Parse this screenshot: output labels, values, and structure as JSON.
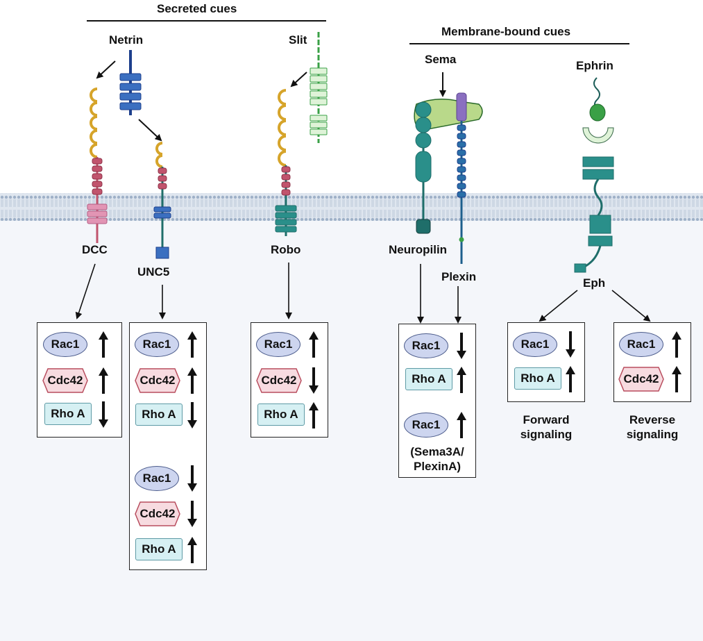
{
  "headers": {
    "secreted": "Secreted cues",
    "membrane": "Membrane-bound cues"
  },
  "ligands": {
    "netrin": "Netrin",
    "slit": "Slit",
    "sema": "Sema",
    "ephrin": "Ephrin"
  },
  "receptors": {
    "dcc": "DCC",
    "unc5": "UNC5",
    "robo": "Robo",
    "neuropilin": "Neuropilin",
    "plexin": "Plexin",
    "eph": "Eph"
  },
  "molecules": {
    "rac1": "Rac1",
    "cdc42": "Cdc42",
    "rhoa": "Rho A"
  },
  "notes": {
    "sema3a_line1": "(Sema3A/",
    "sema3a_line2": "PlexinA)",
    "forward_line1": "Forward",
    "forward_line2": "signaling",
    "reverse_line1": "Reverse",
    "reverse_line2": "signaling"
  },
  "arrow_glyphs": {
    "up": "increase",
    "down": "decrease"
  },
  "colors": {
    "membrane": "#c9d6e6",
    "cytoplasm": "#f4f6fa",
    "gold": "#d6a42a",
    "rose": "#c1546d",
    "pink": "#e295b4",
    "blue": "#3b6fc0",
    "navy": "#1d3f8c",
    "teal": "#2a8f8a",
    "darkteal": "#1f6e6a",
    "green": "#3aa046",
    "palegreen": "#dff3d8",
    "purple": "#8a6fc0",
    "rac": "#cdd5ef",
    "cdc": "#f7dbe0",
    "rho": "#d6f0f3"
  }
}
